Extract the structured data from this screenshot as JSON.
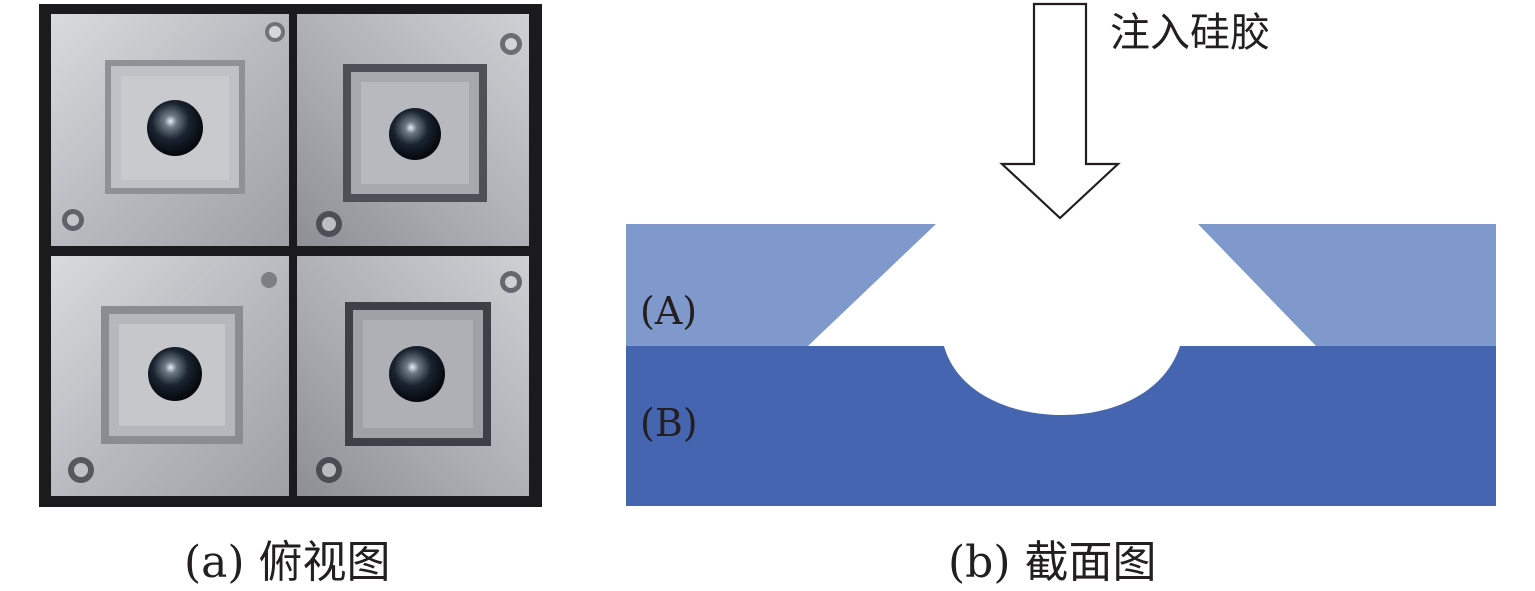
{
  "figure": {
    "panel_a": {
      "caption": "(a) 俯视图"
    },
    "panel_b": {
      "caption": "(b) 截面图",
      "arrow_label": "注入硅胶",
      "layer_a_label": "(A)",
      "layer_b_label": "(B)"
    }
  },
  "colors": {
    "layer_a": "#7f99cc",
    "layer_b": "#4565b0",
    "metal_light": "#c7c8cc",
    "metal_dark": "#8e9096",
    "background_dark": "#1b1b1d",
    "text": "#231f20"
  }
}
